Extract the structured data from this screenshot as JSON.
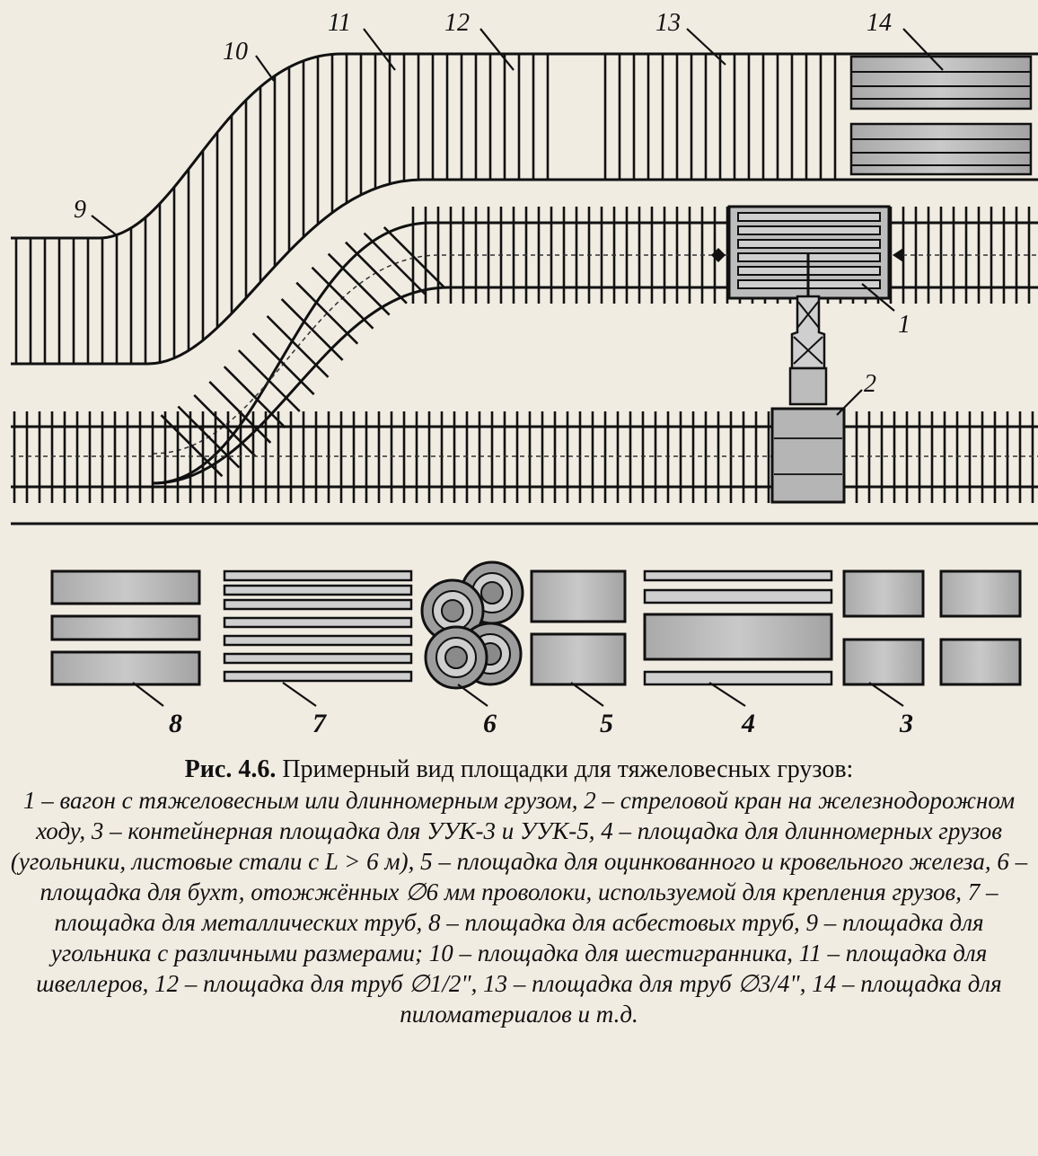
{
  "figure": {
    "labels": {
      "n1": "1",
      "n2": "2",
      "n3": "3",
      "n4": "4",
      "n5": "5",
      "n6": "6",
      "n7": "7",
      "n8": "8",
      "n9": "9",
      "n10": "10",
      "n11": "11",
      "n12": "12",
      "n13": "13",
      "n14": "14"
    }
  },
  "caption": {
    "figure_number": "Рис. 4.6.",
    "title": "Примерный вид площадки для тяжеловесных грузов:",
    "description": "1 – вагон с тяжеловесным или длинномерным грузом, 2 – стреловой кран на железнодорожном ходу, 3 – контейнерная площадка для УУК-3 и УУК-5, 4 – площадка для длинномерных грузов (угольники, листовые стали с L > 6 м), 5 – площадка для оцинкованного и кровельного железа, 6 – площадка для бухт, отожжённых ∅6 мм проволоки, используемой для крепления грузов, 7 – площадка для металлических труб, 8 – площадка для асбестовых труб, 9 – площадка для угольника с различными размерами; 10 – площадка для шестигранника, 11 – площадка для швеллеров, 12 – площадка для труб ∅1/2\", 13 – площадка для труб ∅3/4\", 14 – площадка для пиломатериалов и т.д."
  }
}
